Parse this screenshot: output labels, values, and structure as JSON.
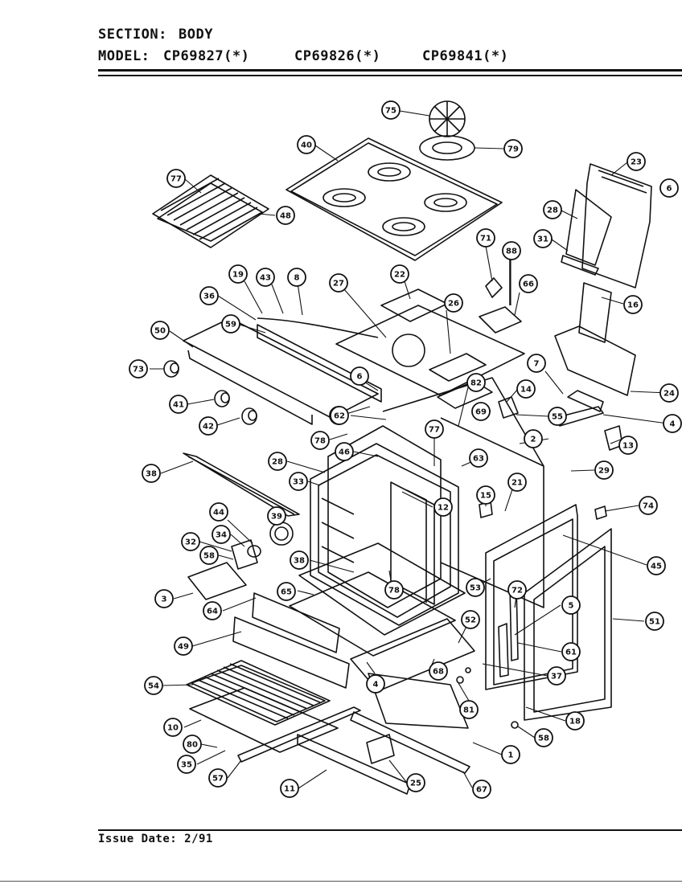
{
  "header": {
    "section_label": "SECTION:",
    "section_value": "BODY",
    "model_label": "MODEL:",
    "models": [
      "CP69827(*)",
      "CP69826(*)",
      "CP69841(*)"
    ]
  },
  "footer": {
    "issue_date": "Issue Date: 2/91"
  },
  "callouts": [
    "75",
    "40",
    "79",
    "23",
    "6",
    "77",
    "48",
    "28",
    "31",
    "71",
    "88",
    "66",
    "16",
    "19",
    "43",
    "8",
    "27",
    "22",
    "36",
    "26",
    "59",
    "50",
    "7",
    "24",
    "73",
    "6",
    "62",
    "14",
    "41",
    "82",
    "69",
    "55",
    "4",
    "42",
    "62",
    "13",
    "78",
    "46",
    "77",
    "2",
    "28",
    "63",
    "29",
    "33",
    "15",
    "21",
    "38",
    "12",
    "74",
    "44",
    "39",
    "32",
    "34",
    "58",
    "38",
    "78",
    "45",
    "3",
    "64",
    "65",
    "53",
    "72",
    "5",
    "52",
    "51",
    "49",
    "61",
    "37",
    "68",
    "4",
    "54",
    "18",
    "10",
    "81",
    "58",
    "80",
    "35",
    "1",
    "57",
    "11",
    "25",
    "67"
  ]
}
